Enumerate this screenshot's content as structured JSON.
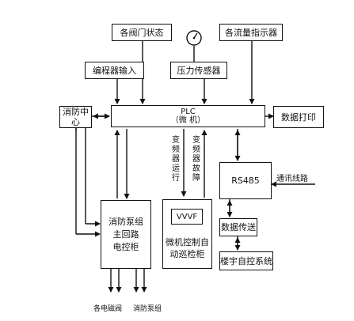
{
  "diagram": {
    "valve_status": "各阀门状态",
    "flow_indicator": "各流量指示器",
    "programmer_input": "编程器输入",
    "pressure_sensor": "压力传感器",
    "fire_center": "消防中心",
    "plc_line1": "PLC",
    "plc_line2": "（微 机）",
    "data_print": "数据打印",
    "vfd_running_chars": [
      "变",
      "频",
      "器",
      "运",
      "行"
    ],
    "vfd_fault_chars": [
      "变",
      "频",
      "器",
      "故",
      "障"
    ],
    "rs485": "RS485",
    "comm_line": "通讯线路",
    "pump_cabinet": "消防泵组\n主回路\n电控柜",
    "vvvf": "VVVF",
    "auto_patrol": "微机控制自\n动巡检柜",
    "data_transfer": "数据传送",
    "building_auto": "楼宇自控系统",
    "out_valves": "各电磁阀",
    "out_pumps": "消防泵组"
  }
}
